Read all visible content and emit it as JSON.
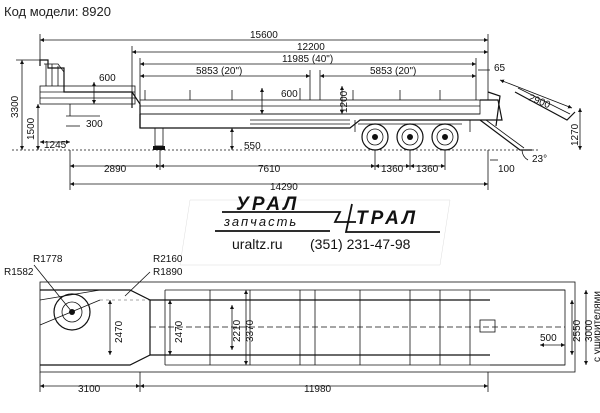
{
  "model_label": "Код модели: 8920",
  "side_view": {
    "dims": {
      "total_length": "15600",
      "platform_length": "12200",
      "container_span": "11985 (40\")",
      "container_front": "5853 (20\")",
      "container_rear": "5853 (20\")",
      "front_board_height": "600",
      "side_board_height": "600",
      "stake_height": "1200",
      "rear_overhang": "65",
      "ramp_length": "2900",
      "total_height": "3300",
      "deck_height": "1500",
      "king_pin_offset": "300",
      "front_overhang": "1245",
      "low_deck_height": "550",
      "front_to_leg": "2890",
      "leg_to_axle": "7610",
      "axle_spacing_1": "1360",
      "axle_spacing_2": "1360",
      "ramp_height": "1270",
      "rear_step": "100",
      "ramp_angle": "23°",
      "wheelbase_total": "14290"
    }
  },
  "logo": {
    "word_left": "УРАЛ",
    "word_right": "ТРАЛ",
    "subtitle": "запчасть",
    "website": "uraltz.ru",
    "phone": "(351) 231-47-98"
  },
  "plan_view": {
    "dims": {
      "r1778": "R1778",
      "r1582": "R1582",
      "r2160": "R2160",
      "r1890": "R1890",
      "track_front": "2470",
      "track_main": "2470",
      "inner_width": "2210",
      "frame_width": "3370",
      "outrigger": "500",
      "width_2550": "2550",
      "width_3000": "3000",
      "widener_note": "с уширителями",
      "front_length": "3100",
      "main_length": "11980"
    }
  }
}
